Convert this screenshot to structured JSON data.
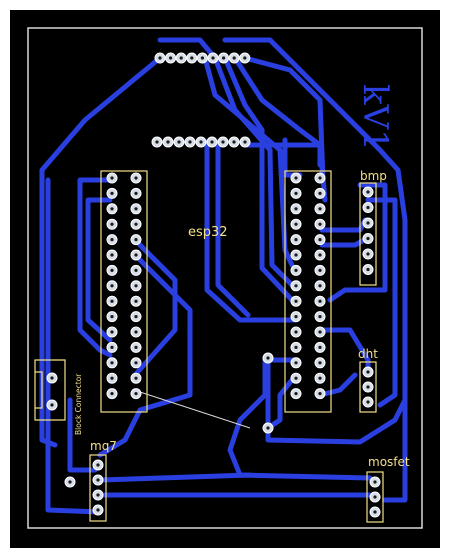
{
  "labels": {
    "esp32": "esp32",
    "bmp": "bmp",
    "dht": "dht",
    "mosfet": "mosfet",
    "mq7": "mq7",
    "block_connector": "Block Connector",
    "mirrored_title": "kV1"
  },
  "colors": {
    "page_bg": "#ffffff",
    "board_bg": "#000000",
    "outline": "#d8d8d8",
    "trace": "#2a3fe0",
    "trace_alt": "#6b73f0",
    "silkscreen": "#f2e08a",
    "pad_fill": "#d7dde6",
    "pad_ring": "#ffffff",
    "hole": "#1a1a1a"
  }
}
